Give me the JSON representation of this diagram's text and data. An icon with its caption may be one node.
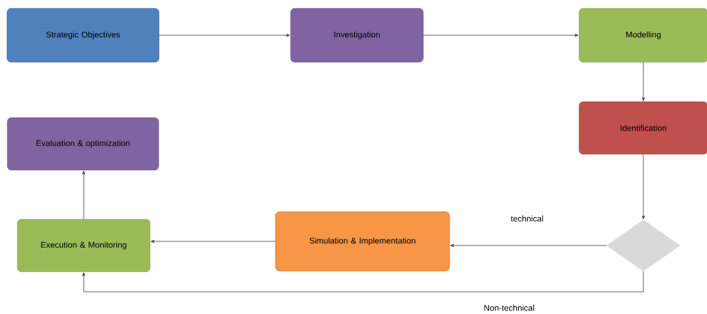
{
  "diagram": {
    "nodes": [
      {
        "text": [
          "Strategic Objectives"
        ]
      },
      {
        "text": [
          "Investigation"
        ]
      },
      {
        "text": [
          "Modelling"
        ]
      },
      {
        "text": [
          "Identification"
        ]
      },
      {
        "text": [],
        "shape": "diamond"
      },
      {
        "text": [
          "Simulation & Implementation"
        ]
      },
      {
        "text": [
          "Execution & Monitoring"
        ]
      },
      {
        "text": [
          "Evaluation & optimization"
        ]
      }
    ],
    "edges": [
      {
        "from": 0,
        "to": 1,
        "arrow": "to"
      },
      {
        "from": 1,
        "to": 2,
        "arrow": "to"
      },
      {
        "from": 2,
        "to": 3,
        "arrow": "to"
      },
      {
        "from": 3,
        "to": 4,
        "arrow": "to"
      },
      {
        "from": 4,
        "to": 5,
        "arrow": "to",
        "label": "technical"
      },
      {
        "from": 5,
        "to": 6,
        "arrow": "to"
      },
      {
        "from": 4,
        "to": 6,
        "arrow": "to",
        "label": "Non-technical"
      },
      {
        "from": 6,
        "to": 7,
        "arrow": "to"
      }
    ]
  }
}
